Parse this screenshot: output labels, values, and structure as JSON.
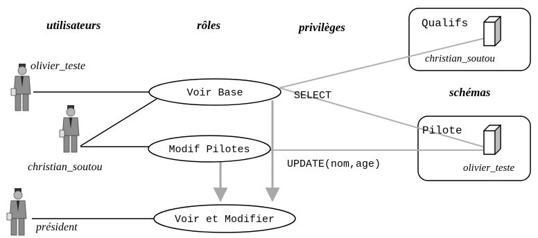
{
  "headers": {
    "users": "utilisateurs",
    "roles": "rôles",
    "privileges": "privilèges",
    "schemas": "schémas"
  },
  "users": [
    {
      "name": "olivier_teste"
    },
    {
      "name": "christian_soutou"
    },
    {
      "name": "président"
    }
  ],
  "roles": [
    {
      "label": "Voir Base"
    },
    {
      "label": "Modif Pilotes"
    },
    {
      "label": "Voir et Modifier"
    }
  ],
  "privileges": [
    {
      "label": "SELECT"
    },
    {
      "label": "UPDATE(nom,age)"
    }
  ],
  "schemas": [
    {
      "table": "Qualifs",
      "owner": "christian_soutou"
    },
    {
      "table": "Pilote",
      "owner": "olivier_teste"
    }
  ],
  "colors": {
    "line": "#000000",
    "privilege_line": "#b0b0b0",
    "person": "#9a9a9a"
  }
}
